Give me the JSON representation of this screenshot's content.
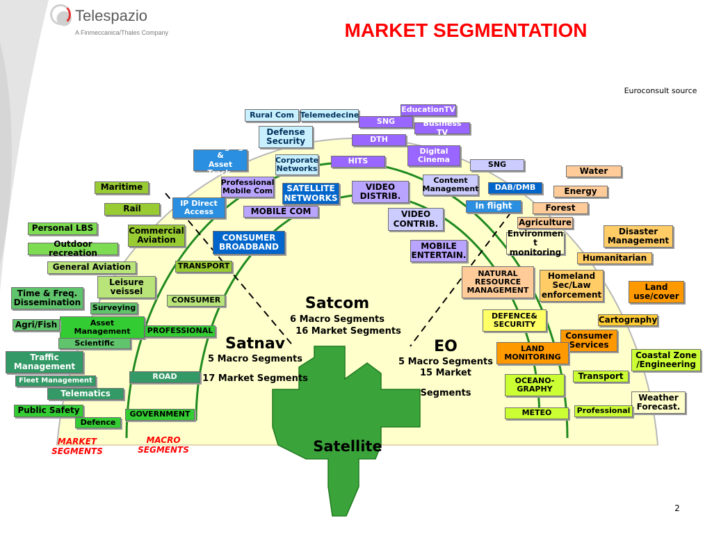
{
  "title": "MARKET SEGMENTATION",
  "source": "Euroconsult source",
  "page_number": "2",
  "logo": {
    "name": "Telespazio",
    "tagline": "A Finmeccanica/Thales Company"
  },
  "center": {
    "satellite": "Satellite",
    "satcom": {
      "name": "Satcom",
      "macro": "6 Macro Segments",
      "market": "16 Market Segments"
    },
    "satnav": {
      "name": "Satnav",
      "macro": "5 Macro Segments",
      "market": "17 Market Segments"
    },
    "eo": {
      "name": "EO",
      "macro": "5 Macro Segments",
      "market": "15 Market\n\nSegments"
    }
  },
  "footer": {
    "market_segments": "MARKET\nSEGMENTS",
    "macro_segments": "MACRO\nSEGMENTS"
  },
  "colors": {
    "title": "#ff0000",
    "satellite_star": "#33a02c",
    "arc_line": "#1f8a1f",
    "fan_fill": "#ffffcc"
  },
  "labels": {
    "rural_com": "Rural Com",
    "telemedecine": "Telemedecine",
    "education_tv": "EducationTV",
    "sng_top": "SNG",
    "business_tv": "Business TV",
    "defense_security": "Defense\nSecurity",
    "dth": "DTH",
    "digital_cinema": "Digital\nCinema",
    "messaging": "Messaging &\nAsset Track.",
    "corporate": "Corporate\nNetworks",
    "hits": "HITS",
    "sng_right": "SNG",
    "water": "Water",
    "maritime": "Maritime",
    "prof_mobile": "Professional\nMobile Com",
    "satellite_networks": "SATELLITE\nNETWORKS",
    "video_distrib": "VIDEO\nDISTRIB.",
    "content_mgmt": "Content\nManagement",
    "dab_dmb": "DAB/DMB",
    "energy": "Energy",
    "rail": "Rail",
    "ip_direct": "IP Direct\nAccess",
    "mobile_com": "MOBILE COM",
    "in_flight": "In flight",
    "forest": "Forest",
    "video_contrib": "VIDEO\nCONTRIB.",
    "agriculture": "Agriculture",
    "personal_lbs": "Personal LBS",
    "commercial_aviation": "Commercial\nAviation",
    "consumer_broadband": "CONSUMER\nBROADBAND",
    "environment_monitoring": "Environmen\nt monitoring",
    "disaster_mgmt": "Disaster\nManagement",
    "outdoor_recreation": "Outdoor recreation",
    "mobile_entertain": "MOBILE\nENTERTAIN.",
    "humanitarian": "Humanitarian",
    "transport_nav": "TRANSPORT",
    "general_aviation": "General Aviation",
    "natural_resource": "NATURAL\nRESOURCE\nMANAGEMENT",
    "homeland": "Homeland\nSec/Law\nenforcement",
    "land_use": "Land\nuse/cover",
    "leisure_vessel": "Leisure\nveissel",
    "time_freq": "Time & Freq.\nDissemination",
    "consumer": "CONSUMER",
    "surveying": "Surveying",
    "defence_security": "DEFENCE&\nSECURITY",
    "cartography": "Cartography",
    "agri_fish": "Agri/Fish",
    "asset_management": "Asset\nManagement",
    "professional_nav": "PROFESSIONAL",
    "consumer_services": "Consumer\nServices",
    "scientific": "Scientific",
    "land_monitoring": "LAND\nMONITORING",
    "coastal_zone": "Coastal Zone\n/Engineering",
    "traffic_mgmt": "Traffic\nManagement",
    "road": "ROAD",
    "transport_eo": "Transport",
    "oceanography": "OCEANO-\nGRAPHY",
    "fleet_mgmt": "Fleet Management",
    "telematics": "Telematics",
    "weather": "Weather\nForecast.",
    "public_safety": "Public Safety",
    "government": "GOVERNMENT",
    "meteo": "METEO",
    "professional_eo": "Professional",
    "defence": "Defence"
  }
}
